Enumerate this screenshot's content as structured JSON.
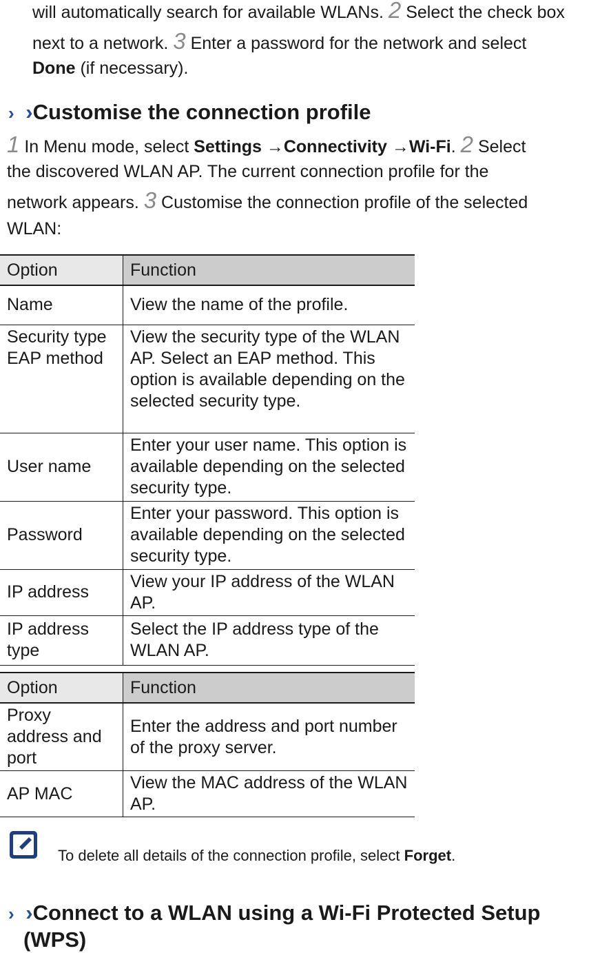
{
  "intro": {
    "line1": "will automatically search for available WLANs.",
    "step2_num": "2",
    "line1b": "Select the check box",
    "line2": "next to a network.",
    "step3_num": "3",
    "line2b": "Enter a password for the network and select",
    "done_bold": "Done",
    "line3": "(if necessary)."
  },
  "section1": {
    "chevron": "›",
    "title": "Customise the connection profile",
    "step1_num": "1",
    "s1a": "In Menu mode, select",
    "settings": "Settings",
    "arrow1": "→",
    "connectivity": "Connectivity",
    "arrow2": "→",
    "wifi": "Wi-Fi",
    "dot": ".",
    "step2_num": "2",
    "s1b": "Select",
    "s2": "the discovered WLAN AP. The current connection profile for the",
    "s3a": "network appears.",
    "step3_num": "3",
    "s3b": "Customise the connection profile of the selected",
    "s4": "WLAN:"
  },
  "table1": {
    "headers": [
      "Option",
      "Function"
    ],
    "rows": [
      {
        "option": "Name",
        "function": "View the name of the profile."
      },
      {
        "option": "Security type EAP method",
        "function": "View the security type of the WLAN AP. Select an EAP method. This option is available depending on the selected security type."
      },
      {
        "option": "User name",
        "function": "Enter your user name. This option is available depending on the selected security type."
      },
      {
        "option": "Password",
        "function": "Enter your password. This option is available depending on the selected security type."
      },
      {
        "option": "IP address",
        "function": "View your IP address of the WLAN AP."
      },
      {
        "option": "IP address type",
        "function": "Select the IP address type of the WLAN AP."
      }
    ]
  },
  "table2": {
    "headers": [
      "Option",
      "Function"
    ],
    "rows": [
      {
        "option": "Proxy address and port",
        "function": "Enter the address and port number of the proxy server."
      },
      {
        "option": "AP MAC",
        "function": "View the MAC address of the WLAN AP."
      }
    ]
  },
  "note": {
    "icon": "note-pencil-icon",
    "text": "To delete all details of the connection profile, select",
    "bold": "Forget",
    "end": "."
  },
  "section2": {
    "chevron": "›",
    "title": "Connect to a WLAN using a Wi-Fi Protected Setup (WPS)"
  },
  "colors": {
    "chevron": "#2a4d8f",
    "step_number": "#8a8a8a",
    "header_option_bg": "#e8e8e8",
    "header_function_bg": "#cccccc"
  }
}
